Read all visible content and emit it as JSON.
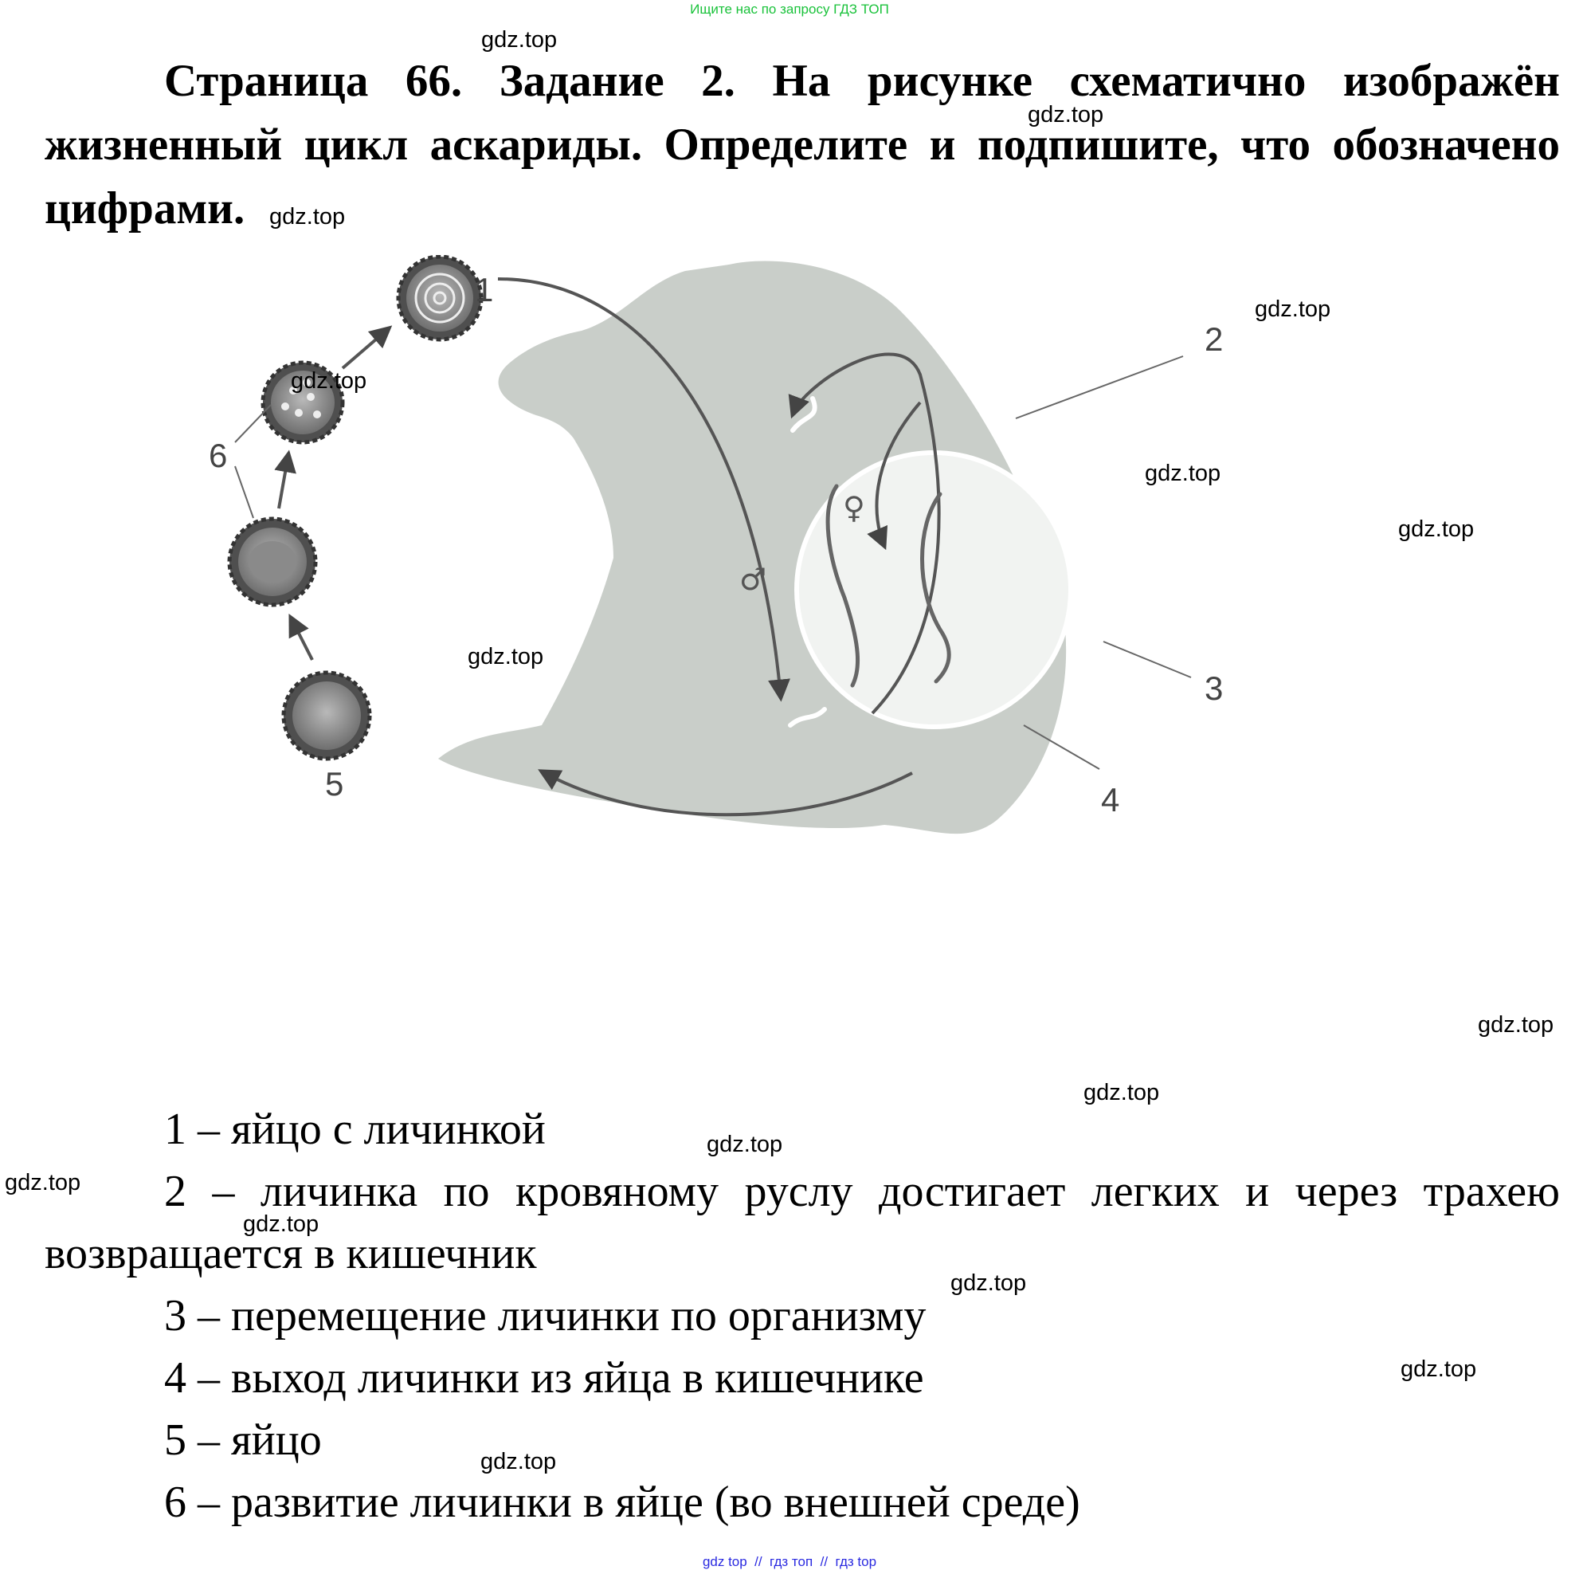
{
  "top_note": "Ищите нас по запросу ГДЗ ТОП",
  "task": {
    "text": "Страница 66. Задание 2. На рисунке схематично изображён жизненный цикл аскариды. Определите и подпишите, что обозначено цифрами."
  },
  "figure": {
    "labels": [
      "1",
      "2",
      "3",
      "4",
      "5",
      "6"
    ],
    "male_symbol": "♂",
    "female_symbol": "♀"
  },
  "answers": [
    "1 – яйцо с личинкой",
    "2 – личинка по кровяному руслу достигает легких и через трахею возвращается в кишечник",
    "3 – перемещение личинки по организму",
    "4 – выход личинки из яйца в кишечнике",
    "5 – яйцо",
    "6 – развитие личинки в яйце (во внешней среде)"
  ],
  "watermark": "gdz.top",
  "footer": "gdz top  //  гдз топ  //  гдз top"
}
